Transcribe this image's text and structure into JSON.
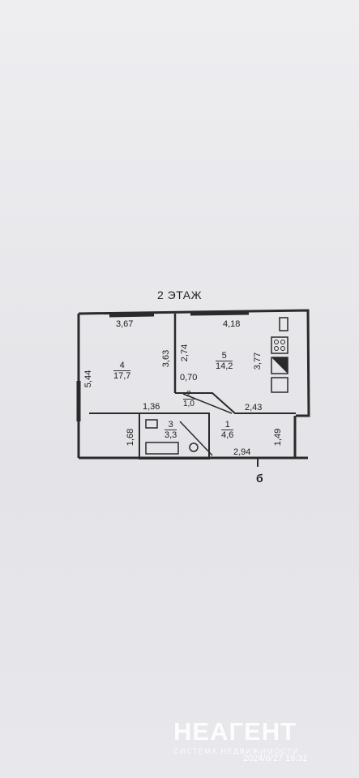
{
  "plan": {
    "floor_title": "2 ЭТАЖ",
    "rooms": [
      {
        "id": "4",
        "number": "4",
        "area": "17,7"
      },
      {
        "id": "5",
        "number": "5",
        "area": "14,2"
      },
      {
        "id": "2",
        "number": "2",
        "area": "1,0"
      },
      {
        "id": "3",
        "number": "3",
        "area": "3,3"
      },
      {
        "id": "1",
        "number": "1",
        "area": "4,6"
      }
    ],
    "dimensions": {
      "room4_width": "3,67",
      "room5_width": "4,18",
      "room4_height": "5,44",
      "wall_left_height": "3,63",
      "room5_left_height": "2,74",
      "room5_height": "3,77",
      "opening": "0,70",
      "hall_width": "1,36",
      "corridor_width": "2,43",
      "bath_height": "1,68",
      "hall_height": "1,49",
      "bottom_width": "2,94"
    },
    "section_mark": "б"
  },
  "watermark": {
    "brand": "НЕАГЕНТ",
    "subtitle": "СИСТЕМА НЕДВИЖИМОСТИ",
    "timestamp": "2024/6/27 19:31"
  }
}
